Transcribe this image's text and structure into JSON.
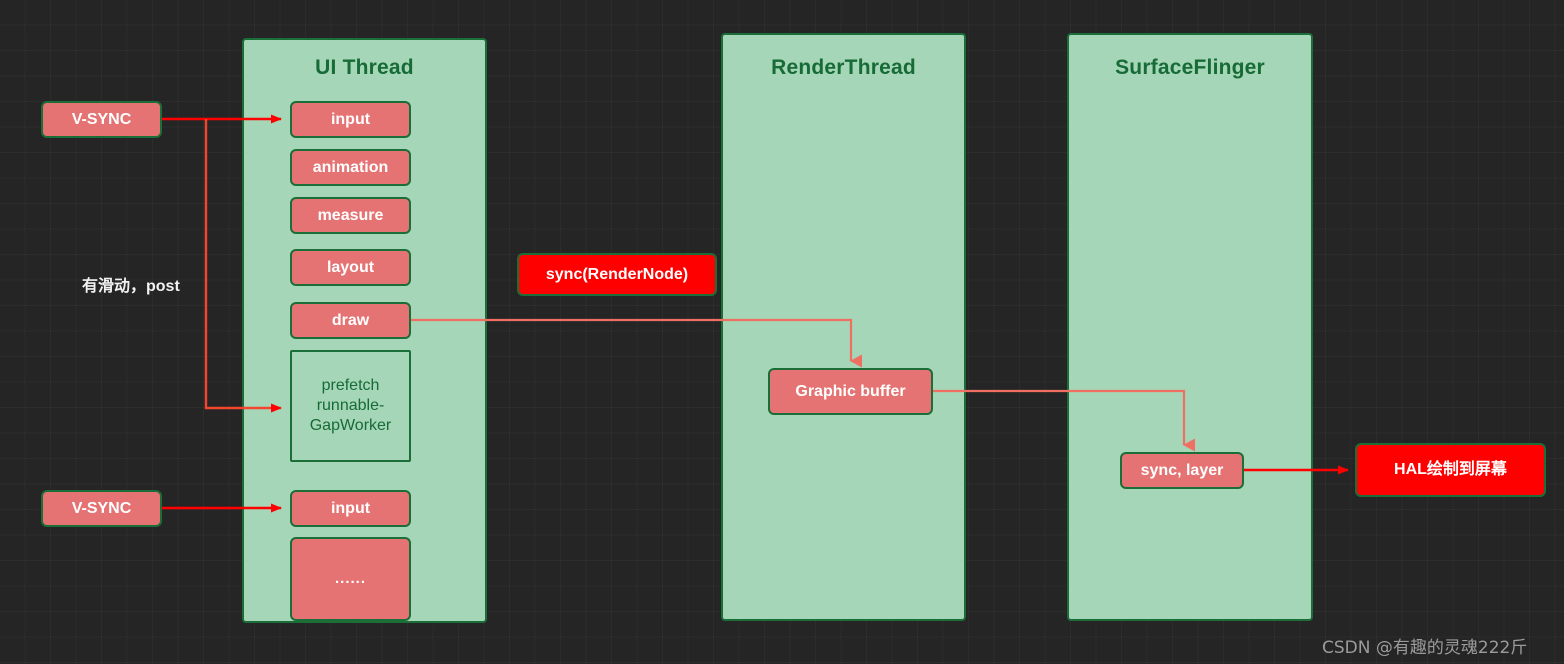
{
  "diagram": {
    "title": "Android rendering pipeline (UI Thread / RenderThread / SurfaceFlinger)",
    "colors": {
      "background": "#252525",
      "panel_fill": "#a5d6b7",
      "panel_border": "#1b6e38",
      "box_fill": "#e57373",
      "highlight_fill": "#ff0000",
      "arrow_bright": "#ff0000",
      "arrow_soft": "#ef6f62",
      "panel_title_text": "#176b36",
      "label_text": "#f2f2f2",
      "watermark_text": "#9b9b9b"
    }
  },
  "panels": [
    {
      "id": "ui-thread",
      "title": "UI Thread"
    },
    {
      "id": "render-thread",
      "title": "RenderThread"
    },
    {
      "id": "surface-flinger",
      "title": "SurfaceFlinger"
    }
  ],
  "ui_thread": {
    "stages": [
      {
        "id": "input-1",
        "label": "input"
      },
      {
        "id": "animation",
        "label": "animation"
      },
      {
        "id": "measure",
        "label": "measure"
      },
      {
        "id": "layout",
        "label": "layout"
      },
      {
        "id": "draw",
        "label": "draw"
      },
      {
        "id": "prefetch",
        "label": "prefetch runnable-GapWorker"
      },
      {
        "id": "input-2",
        "label": "input"
      },
      {
        "id": "more",
        "label": "......"
      }
    ]
  },
  "render_thread": {
    "boxes": [
      {
        "id": "graphic-buffer",
        "label": "Graphic buffer"
      }
    ]
  },
  "surface_flinger": {
    "boxes": [
      {
        "id": "sync-layer",
        "label": "sync, layer"
      }
    ]
  },
  "external": {
    "vsync_top": "V-SYNC",
    "vsync_bottom": "V-SYNC",
    "sync_rendernode": "sync(RenderNode)",
    "hal": "HAL绘制到屏幕",
    "post_note": "有滑动，post"
  },
  "watermark": "CSDN @有趣的灵魂222斤"
}
